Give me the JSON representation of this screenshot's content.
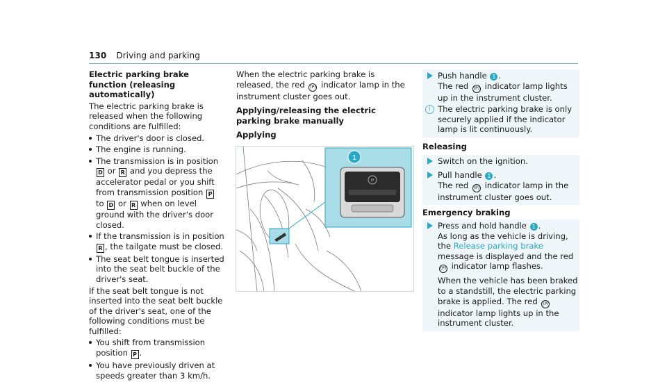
{
  "header": {
    "page_number": "130",
    "section": "Driving and parking"
  },
  "col1": {
    "heading1": "Electric parking brake function (releasing automatically)",
    "intro1": "The electric parking brake is released when the following conditions are fulfilled:",
    "bullets1": {
      "b0": "The driver's door is closed.",
      "b1": "The engine is running.",
      "b2a": "The transmission is in position ",
      "b2b": " or ",
      "b2c": " and you depress the accelerator pedal or you shift from transmission position ",
      "b2d": " to ",
      "b2e": " or ",
      "b2f": " when on level ground with the driver's door closed.",
      "b3a": "If the transmission is in position ",
      "b3b": ", the tailgate must be closed.",
      "b4": "The seat belt tongue is inserted into the seat belt buckle of the driver's seat."
    },
    "intro2": "If the seat belt tongue is not inserted into the seat belt buckle of the driver's seat, one of the following conditions must be fulfilled:",
    "bullets2": {
      "b0a": "You shift from transmission position ",
      "b0b": ".",
      "b1": "You have previously driven at speeds greater than 3 km/h."
    },
    "symbols": {
      "D": "D",
      "R": "R",
      "P": "P"
    }
  },
  "col2": {
    "p1a": "When the electric parking brake is released, the red ",
    "p1b": " indicator lamp in the instrument cluster goes out.",
    "heading2": "Applying/releasing the electric parking brake manually",
    "heading3": "Applying",
    "callout": "1"
  },
  "col3": {
    "apply_step_a": "Push handle ",
    "apply_step_b": ".",
    "apply_result_a": "The red ",
    "apply_result_b": " indicator lamp lights up in the instrument cluster.",
    "note": "The electric parking brake is only securely applied if the indicator lamp is lit continuously.",
    "releasing_heading": "Releasing",
    "rel_step1": "Switch on the ignition.",
    "rel_step2a": "Pull handle ",
    "rel_step2b": ".",
    "rel_result_a": "The red ",
    "rel_result_b": " indicator lamp in the instrument cluster goes out.",
    "emergency_heading": "Emergency braking",
    "em_step_a": "Press and hold handle ",
    "em_step_b": ".",
    "em_text_a": "As long as the vehicle is driving, the ",
    "em_link": "Release parking brake",
    "em_text_b": " message is displayed and the red ",
    "em_text_c": " indicator lamp flashes.",
    "em_para_a": "When the vehicle has been braked to a standstill, the electric parking brake is applied. The red ",
    "em_para_b": " indicator lamp lights up in the instrument cluster.",
    "handle_num": "1",
    "pbr_glyph": "(P)"
  },
  "colors": {
    "accent": "#2aa8c8",
    "callout_bg": "#a8dde8"
  }
}
